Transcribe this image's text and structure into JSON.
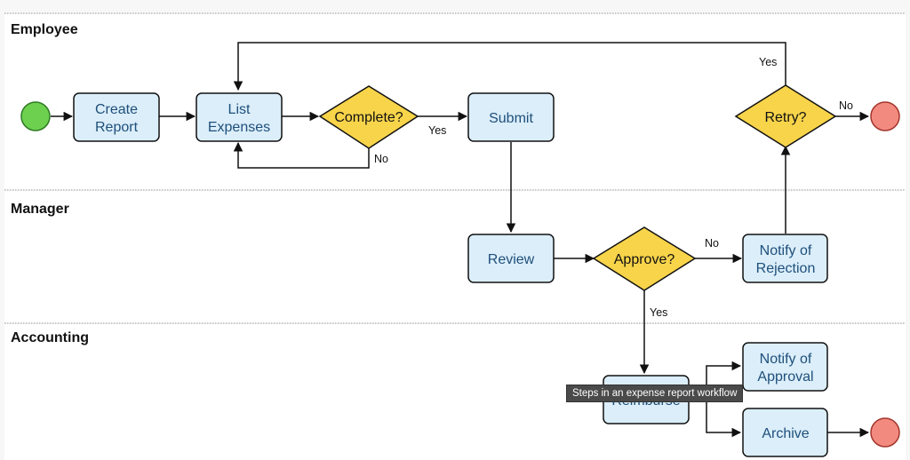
{
  "lanes": {
    "employee": "Employee",
    "manager": "Manager",
    "accounting": "Accounting"
  },
  "nodes": {
    "create_report": [
      "Create",
      "Report"
    ],
    "list_expenses": [
      "List",
      "Expenses"
    ],
    "complete": "Complete?",
    "submit": "Submit",
    "retry": "Retry?",
    "review": "Review",
    "approve": "Approve?",
    "notify_rejection": [
      "Notify of",
      "Rejection"
    ],
    "reimburse": "Reimburse",
    "notify_approval": [
      "Notify of",
      "Approval"
    ],
    "archive": "Archive"
  },
  "edge_labels": {
    "complete_yes": "Yes",
    "complete_no": "No",
    "retry_yes": "Yes",
    "retry_no": "No",
    "approve_no": "No",
    "approve_yes": "Yes"
  },
  "tooltip": "Steps in an expense report workflow",
  "colors": {
    "task_fill": "#dbeefa",
    "task_text": "#1f4f7a",
    "decision_fill": "#f8d44a",
    "start_fill": "#6dd14f",
    "end_fill": "#f28a80"
  }
}
